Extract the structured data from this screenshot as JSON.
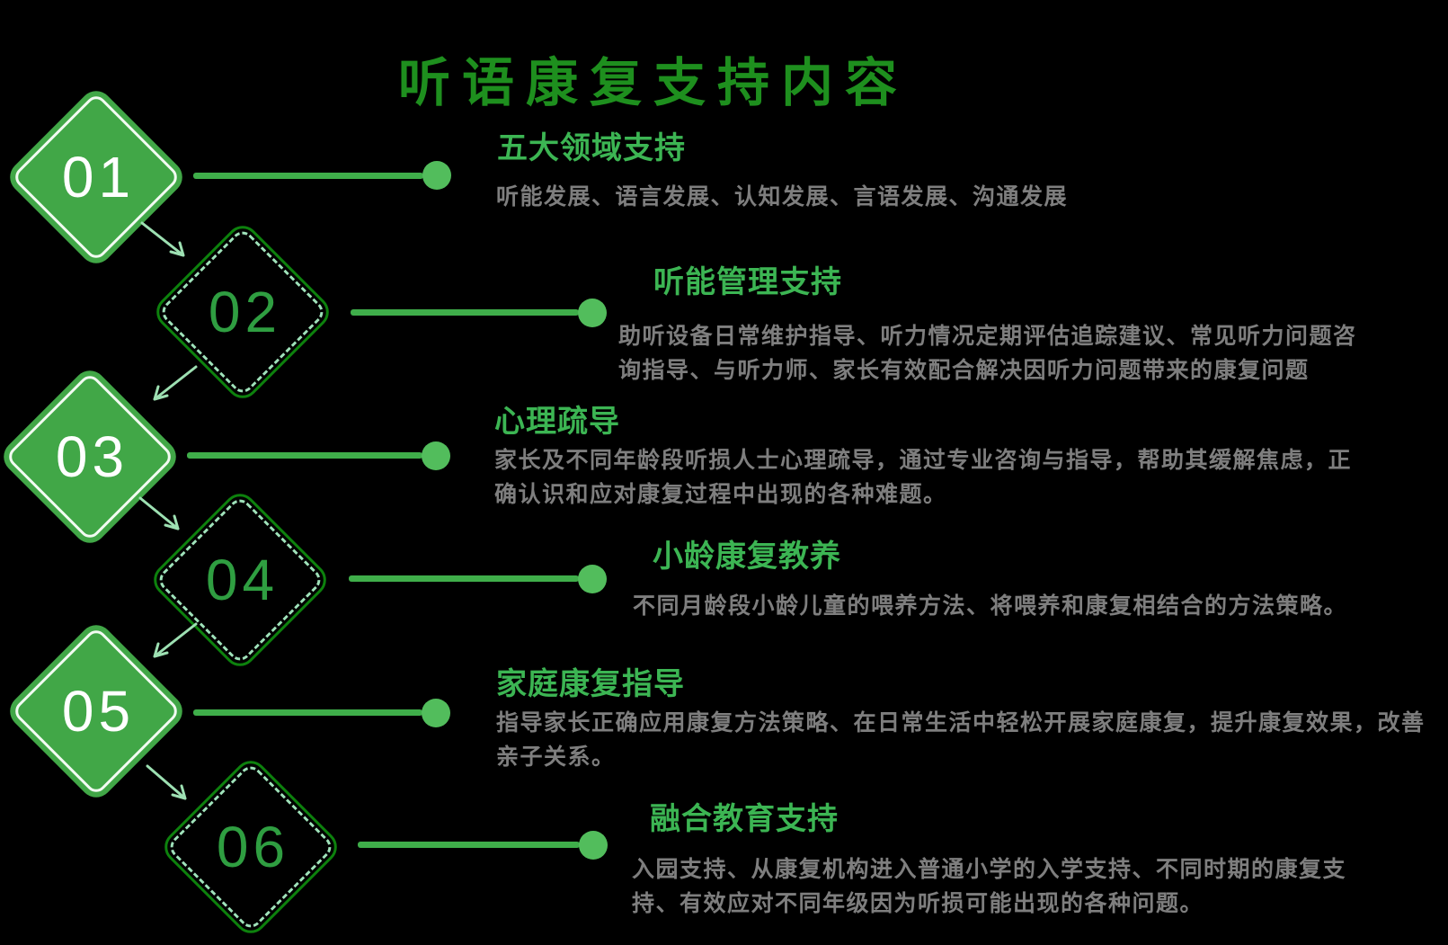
{
  "title": "听语康复支持内容",
  "palette": {
    "title_green": "#1e8f1e",
    "heading_green": "#3cb553",
    "solid_diamond_fill": "#41a747",
    "outline_diamond_border": "#0d810d",
    "dashed_mint": "#9fe2ba",
    "connector_green": "#3fae4a",
    "dot_green": "#52bd5c",
    "body_gray": "#7e7e7e",
    "background": "#000000"
  },
  "steps": [
    {
      "number": "01",
      "style": "solid",
      "heading": "五大领域支持",
      "body": [
        "听能发展、语言发展、认知发展、言语发展、沟通发展"
      ]
    },
    {
      "number": "02",
      "style": "dashed",
      "heading": "听能管理支持",
      "body": [
        "助听设备日常维护指导、听力情况定期评估追踪建议、常见听力问题咨",
        "询指导、与听力师、家长有效配合解决因听力问题带来的康复问题"
      ]
    },
    {
      "number": "03",
      "style": "solid",
      "heading": "心理疏导",
      "body": [
        "家长及不同年龄段听损人士心理疏导，通过专业咨询与指导，帮助其缓解焦虑，正",
        "确认识和应对康复过程中出现的各种难题。"
      ]
    },
    {
      "number": "04",
      "style": "dashed",
      "heading": "小龄康复教养",
      "body": [
        "不同月龄段小龄儿童的喂养方法、将喂养和康复相结合的方法策略。"
      ]
    },
    {
      "number": "05",
      "style": "solid",
      "heading": "家庭康复指导",
      "body": [
        "指导家长正确应用康复方法策略、在日常生活中轻松开展家庭康复，提升康复效果，改善",
        "亲子关系。"
      ]
    },
    {
      "number": "06",
      "style": "dashed",
      "heading": "融合教育支持",
      "body": [
        "入园支持、从康复机构进入普通小学的入学支持、不同时期的康复支",
        "持、有效应对不同年级因为听损可能出现的各种问题。"
      ]
    }
  ]
}
